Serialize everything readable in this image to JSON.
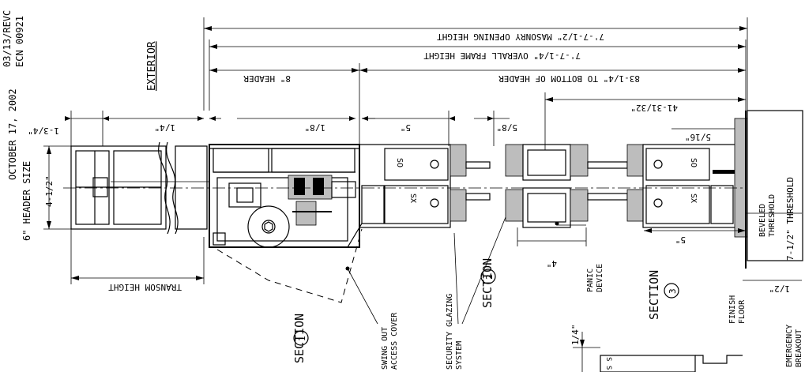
{
  "title_block": {
    "date_line": "OCTOBER 17, 2002",
    "ecn_line": "ECN 00921",
    "revision_partial": "03/13/REVC",
    "exterior_label": "EXTERIOR"
  },
  "dimensions": {
    "masonry_opening": "7'-7-1/2\" MASONRY OPENING HEIGHT",
    "overall_frame": "7'-7-1/4\" OVERALL FRAME HEIGHT",
    "header": "8\" HEADER",
    "bottom_of_header": "83-1/4\" TO BOTTOM OF HEADER",
    "d_41": "41-31/32\"",
    "d_1_3_4": "1-3/4\"",
    "d_1_4": "1/4\"",
    "d_1_8": "1/8\"",
    "d_5_a": "5\"",
    "d_5_8": "5/8\"",
    "d_5_16": "5/16\"",
    "d_4_1_2": "4-1/2\"",
    "header_size": "6\" HEADER SIZE",
    "d_4": "4\"",
    "d_5_b": "5\"",
    "d_1_2": "1/2\"",
    "d_1_4_b": "1/4\"",
    "threshold": "7-1/2\" THRESHOLD",
    "transom_height": "TRANSOM HEIGHT"
  },
  "labels": {
    "section": "SECTION",
    "section_1": "1",
    "section_2": "2",
    "section_3": "3",
    "swing_out_1": "SWING OUT",
    "swing_out_2": "ACCESS COVER",
    "security_1": "SECURITY GLAZING",
    "security_2": "SYSTEM",
    "panic_1": "PANIC",
    "panic_2": "DEVICE",
    "finish_1": "FINISH",
    "finish_2": "FLOOR",
    "beveled_1": "BEVELED",
    "beveled_2": "THRESHOLD",
    "emergency_1": "EMERGENCY",
    "emergency_2": "BREAKOUT",
    "so_top_left": "SO",
    "sx_left": "SX",
    "so_top_right": "SO",
    "sx_right": "SX",
    "small_text_bottom": "S S"
  }
}
